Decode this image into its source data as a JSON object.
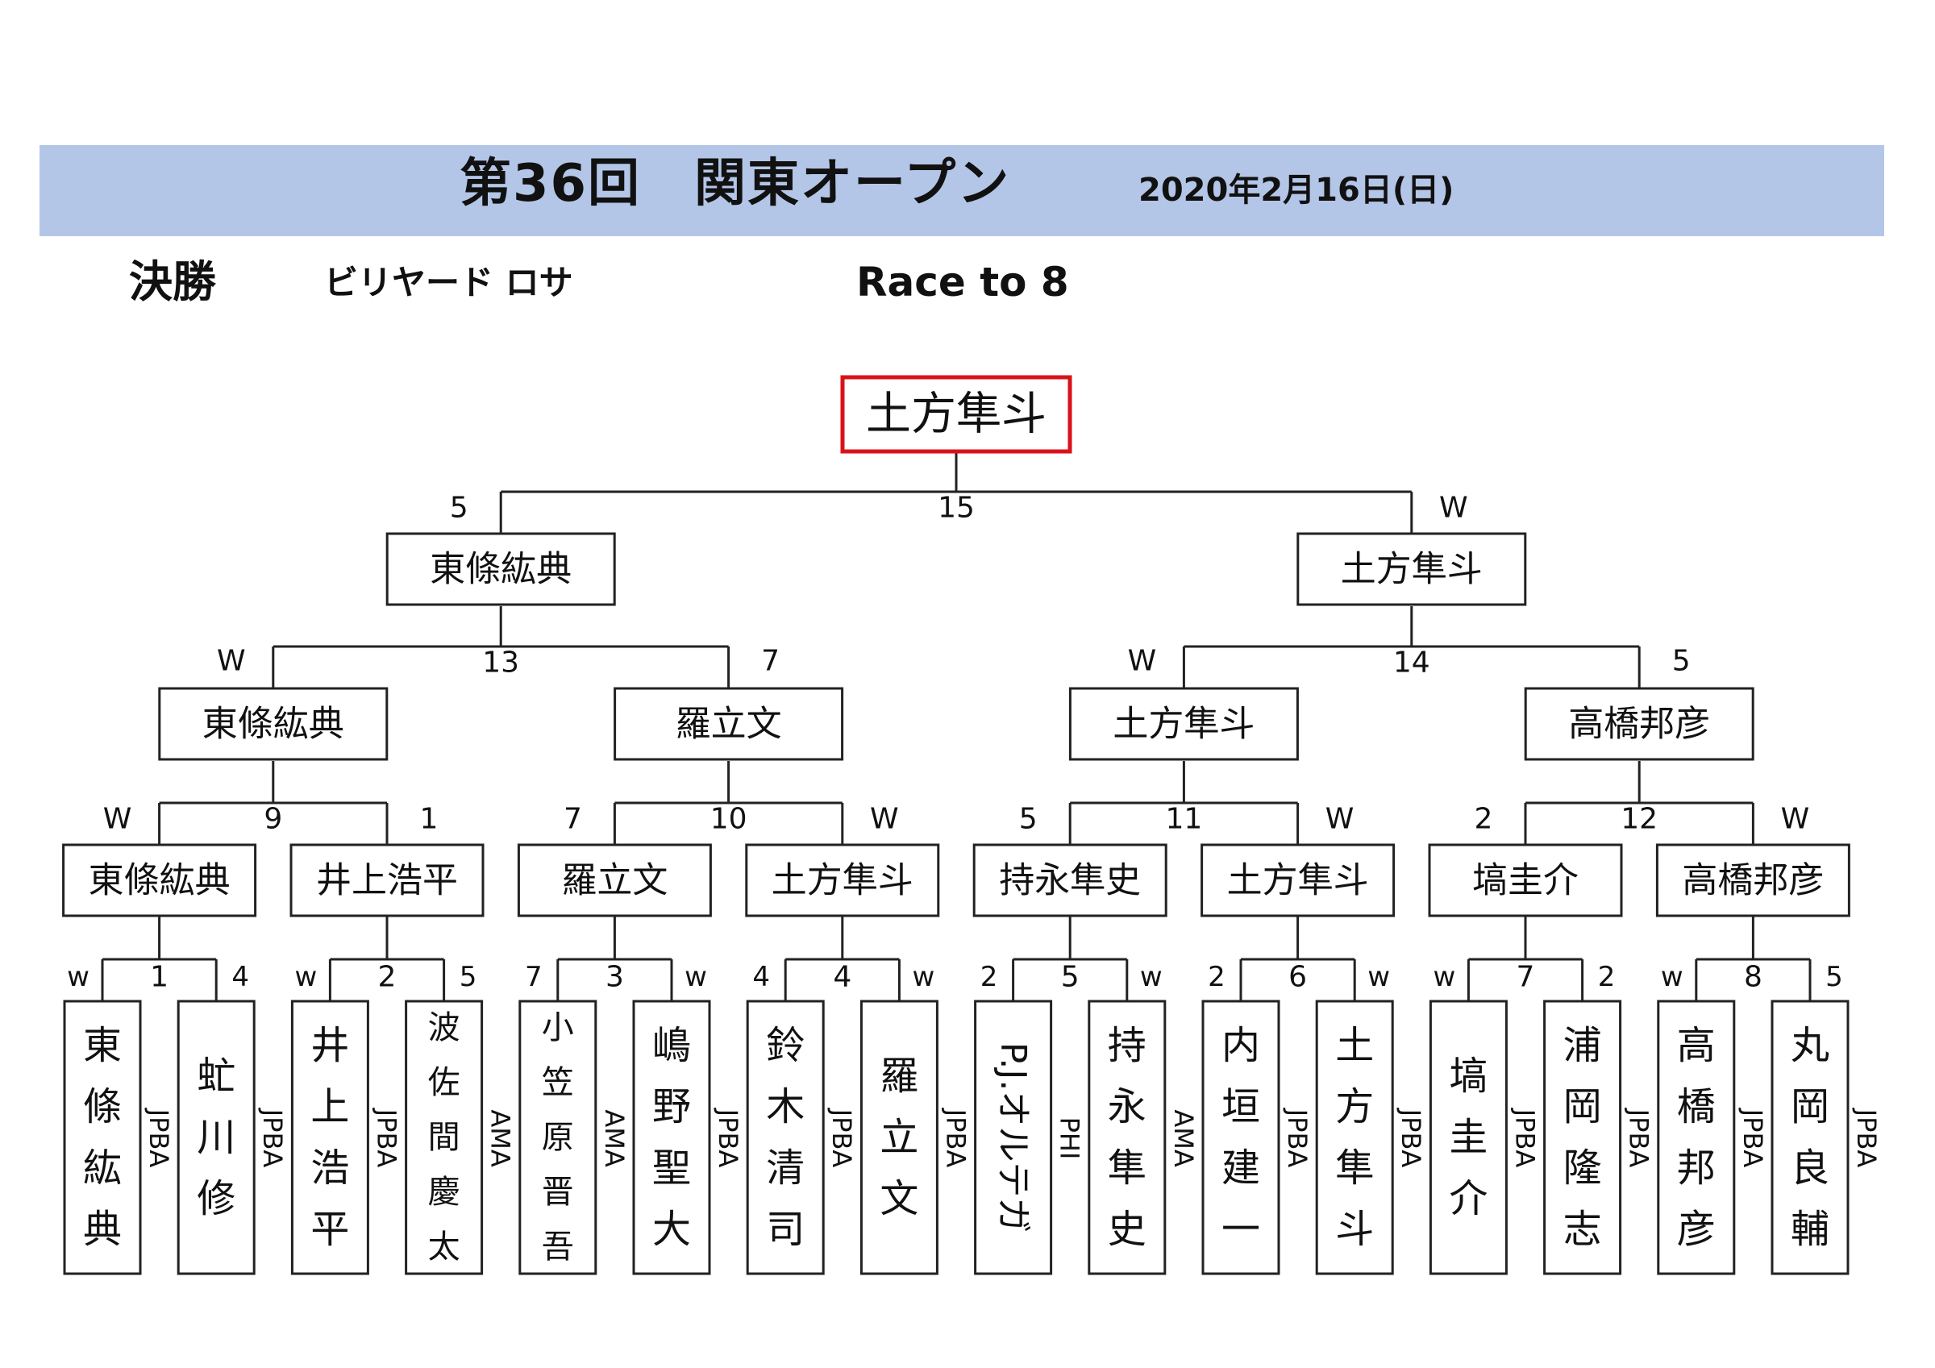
{
  "header": {
    "title": "第36回　関東オープン",
    "date": "2020年2月16日(日)"
  },
  "subheader": {
    "round": "決勝",
    "game": "ビリヤード ロサ",
    "race": "Race to 8"
  },
  "colors": {
    "banner": "#b4c6e7",
    "winner_border": "#d9121a",
    "line": "#222222"
  },
  "champion": "土方隼斗",
  "players": [
    {
      "name": "東條紘典",
      "org": "JPBA"
    },
    {
      "name": "虻川修",
      "org": "JPBA"
    },
    {
      "name": "井上浩平",
      "org": "JPBA"
    },
    {
      "name": "波佐間慶太",
      "org": "AMA"
    },
    {
      "name": "小笠原晋吾",
      "org": "AMA"
    },
    {
      "name": "嶋野聖大",
      "org": "JPBA"
    },
    {
      "name": "鈴木清司",
      "org": "JPBA"
    },
    {
      "name": "羅立文",
      "org": "JPBA"
    },
    {
      "name": "P.J.オルテガ",
      "org": "PHI"
    },
    {
      "name": "持永隼史",
      "org": "AMA"
    },
    {
      "name": "内垣建一",
      "org": "JPBA"
    },
    {
      "name": "土方隼斗",
      "org": "JPBA"
    },
    {
      "name": "塙圭介",
      "org": "JPBA"
    },
    {
      "name": "浦岡隆志",
      "org": "JPBA"
    },
    {
      "name": "高橋邦彦",
      "org": "JPBA"
    },
    {
      "name": "丸岡良輔",
      "org": "JPBA"
    }
  ],
  "rounds": [
    [
      {
        "id": "1",
        "left": "w",
        "right": "4"
      },
      {
        "id": "2",
        "left": "w",
        "right": "5"
      },
      {
        "id": "3",
        "left": "7",
        "right": "w"
      },
      {
        "id": "4",
        "left": "4",
        "right": "w"
      },
      {
        "id": "5",
        "left": "2",
        "right": "w"
      },
      {
        "id": "6",
        "left": "2",
        "right": "w"
      },
      {
        "id": "7",
        "left": "w",
        "right": "2"
      },
      {
        "id": "8",
        "left": "w",
        "right": "5"
      }
    ],
    [
      {
        "id": "9",
        "left": "W",
        "right": "1"
      },
      {
        "id": "10",
        "left": "7",
        "right": "W"
      },
      {
        "id": "11",
        "left": "5",
        "right": "W"
      },
      {
        "id": "12",
        "left": "2",
        "right": "W"
      }
    ],
    [
      {
        "id": "13",
        "left": "W",
        "right": "7"
      },
      {
        "id": "14",
        "left": "W",
        "right": "5"
      }
    ],
    [
      {
        "id": "15",
        "left": "5",
        "right": "W"
      }
    ]
  ],
  "winners": [
    [
      "東條紘典",
      "井上浩平",
      "羅立文",
      "土方隼斗",
      "持永隼史",
      "土方隼斗",
      "塙圭介",
      "高橋邦彦"
    ],
    [
      "東條紘典",
      "羅立文",
      "土方隼斗",
      "高橋邦彦"
    ],
    [
      "東條紘典",
      "土方隼斗"
    ]
  ]
}
